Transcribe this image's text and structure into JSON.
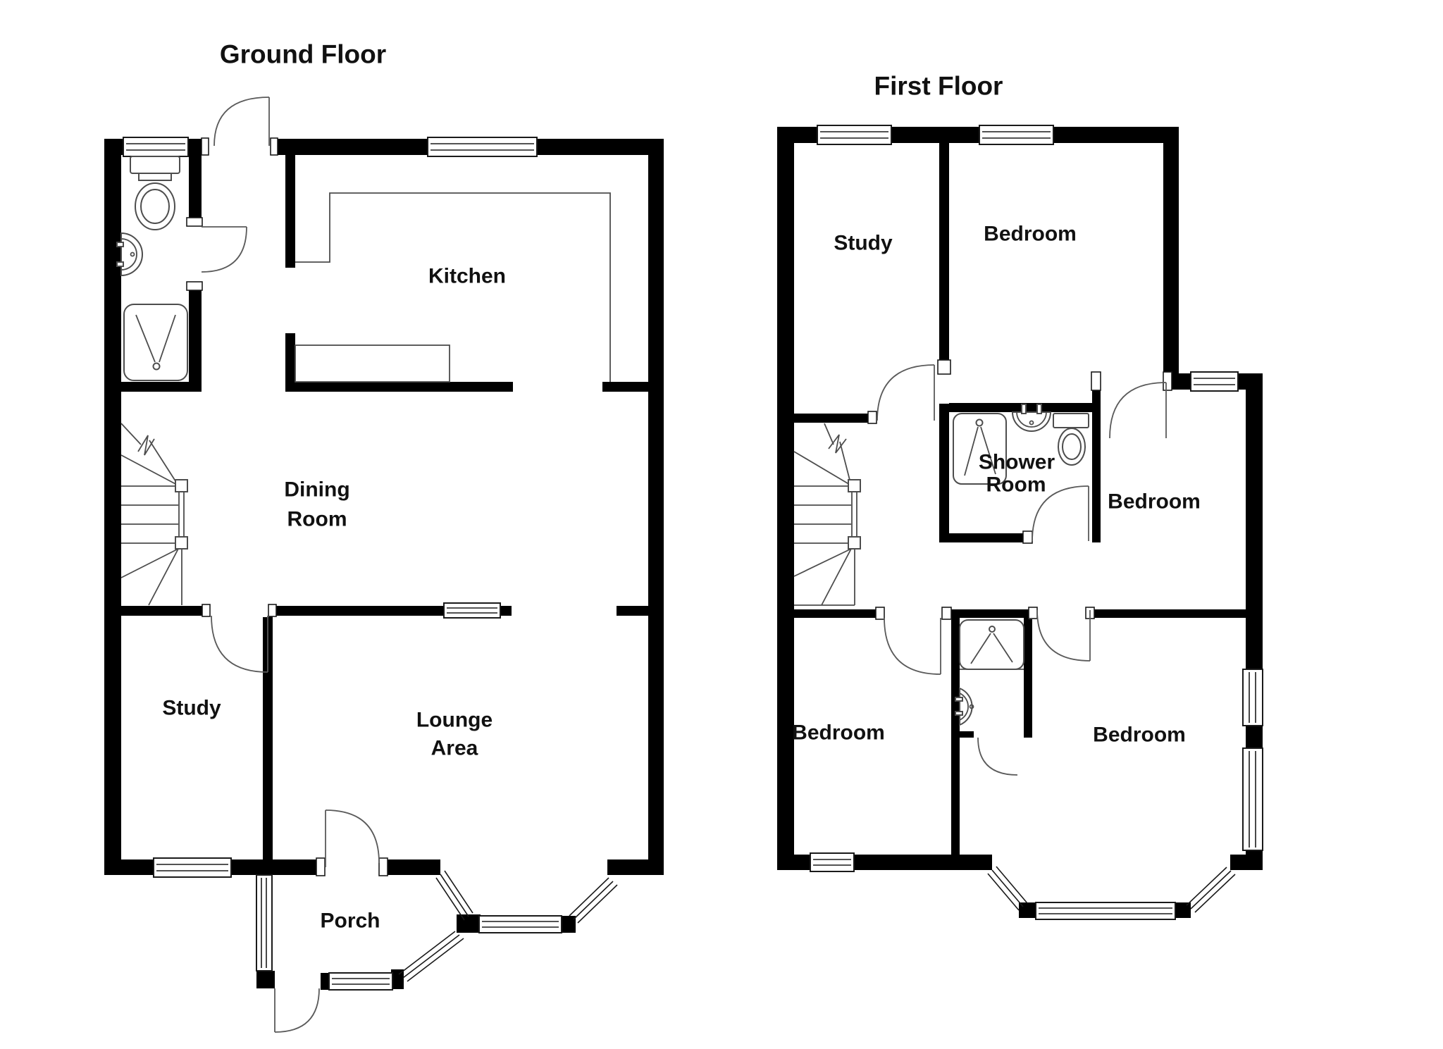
{
  "page": {
    "background": "#ffffff",
    "wall_color": "#000000",
    "fixture_line_color": "#4d4d4d",
    "text_color": "#111111"
  },
  "ground_floor": {
    "title": "Ground Floor",
    "rooms": {
      "kitchen": "Kitchen",
      "dining": [
        "Dining",
        "Room"
      ],
      "study": "Study",
      "lounge": [
        "Lounge",
        "Area"
      ],
      "porch": "Porch"
    }
  },
  "first_floor": {
    "title": "First Floor",
    "rooms": {
      "study": "Study",
      "bedroom_top": "Bedroom",
      "shower": [
        "Shower",
        "Room"
      ],
      "bedroom_right": "Bedroom",
      "bedroom_bottom_left": "Bedroom",
      "bedroom_bottom_right": "Bedroom"
    }
  }
}
